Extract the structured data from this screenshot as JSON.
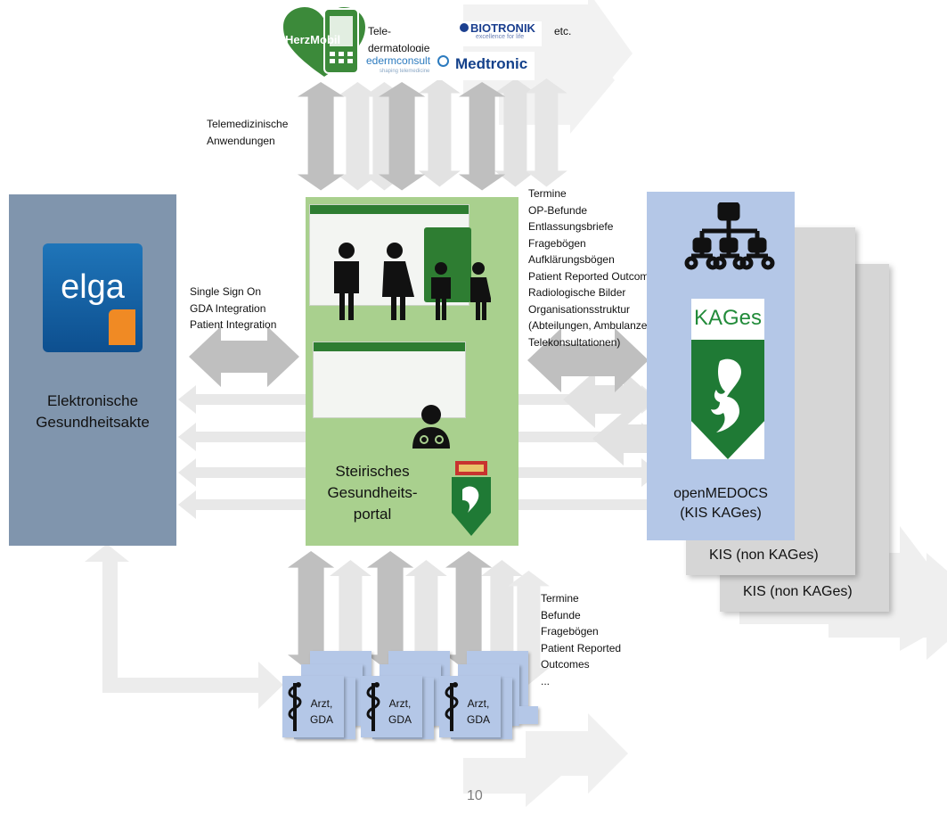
{
  "logos": {
    "herzmobil": "HerzMobil",
    "teledermatologie": "Tele-\ndermatologie",
    "biotronik": "BIOTRONIK",
    "biotronik_tagline": "excellence for life",
    "edermconsult": "edermconsult",
    "edermconsult_tagline": "shaping telemedicine",
    "medtronic": "Medtronic",
    "etc": "etc.",
    "elga": "elga",
    "kages": "KAGes"
  },
  "labels": {
    "telemedizin": "Telemedizinische\nAnwendungen",
    "sso": "Single Sign On\nGDA Integration\nPatient Integration",
    "elga_box": "Elektronische\nGesundheitsakte",
    "portal_box": "Steirisches\nGesundheits-\nportal",
    "kis_data": "Termine\nOP-Befunde\nEntlassungsbriefe\nFragebögen\nAufklärungsbögen\nPatient Reported Outcomes\nRadiologische Bilder\nOrganisationsstruktur\n(Abteilungen, Ambulanzen,\nTelekonsultationen)",
    "openmedocs": "openMEDOCS\n(KIS KAGes)",
    "kis_non_1": "KIS (non KAGes)",
    "kis_non_2": "KIS (non KAGes)",
    "arzt_data": "Termine\nBefunde\nFragebögen\nPatient Reported\nOutcomes\n...",
    "arzt_1": "Arzt,\nGDA",
    "arzt_2": "Arzt,\nGDA",
    "arzt_3": "Arzt,\nGDA",
    "page_number": "10"
  },
  "colors": {
    "elga_box": "#8095ad",
    "portal_box": "#a9d08e",
    "kis_box": "#b4c7e7",
    "kis_back": "#d6d6d6",
    "arrow_dark": "#bfbfbf",
    "arrow_light": "#ececec",
    "styria_green": "#1f7a35"
  }
}
